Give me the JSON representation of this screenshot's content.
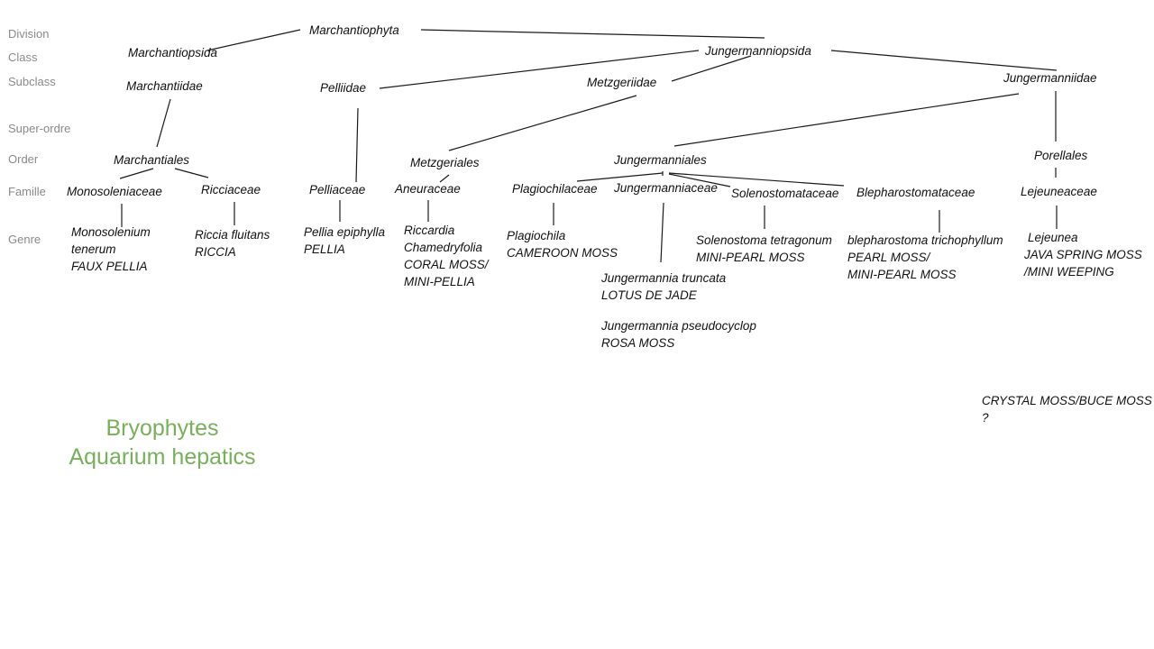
{
  "ranks": {
    "division": "Division",
    "class": "Class",
    "subclass": "Subclass",
    "superorder": "Super-ordre",
    "order": "Order",
    "family": "Famille",
    "genus": "Genre"
  },
  "taxa": {
    "marchantiophyta": "Marchantiophyta",
    "marchantiopsida": "Marchantiopsida",
    "jungermanniopsida": "Jungermanniopsida",
    "marchantiidae": "Marchantiidae",
    "pelliidae": "Pelliidae",
    "metzgeriidae": "Metzgeriidae",
    "jungermanniidae": "Jungermanniidae",
    "marchantiales": "Marchantiales",
    "metzgeriales": "Metzgeriales",
    "jungermanniales": "Jungermanniales",
    "porellales": "Porellales",
    "monosoleniaceae": "Monosoleniaceae",
    "ricciaceae": "Ricciaceae",
    "pelliaceae": "Pelliaceae",
    "aneuraceae": "Aneuraceae",
    "plagiochilaceae": "Plagiochilaceae",
    "jungermanniaceae": "Jungermanniaceae",
    "solenostomataceae": "Solenostomataceae",
    "blepharostomataceae": "Blepharostomataceae",
    "lejeuneaceae": "Lejeuneaceae"
  },
  "genera": {
    "monosolenium": [
      "Monosolenium",
      "tenerum",
      "FAUX PELLIA"
    ],
    "riccia": [
      "Riccia fluitans",
      "RICCIA"
    ],
    "pellia": [
      "Pellia epiphylla",
      "PELLIA"
    ],
    "riccardia": [
      "Riccardia",
      "Chamedryfolia",
      "CORAL MOSS/",
      "MINI-PELLIA"
    ],
    "plagiochila": [
      "Plagiochila",
      "CAMEROON MOSS"
    ],
    "jungermannia_truncata": [
      "Jungermannia truncata",
      "LOTUS DE JADE"
    ],
    "jungermannia_pseudocyclop": [
      "Jungermannia pseudocyclop",
      "ROSA MOSS"
    ],
    "solenostoma": [
      "Solenostoma tetragonum",
      "MINI-PEARL MOSS"
    ],
    "blepharostoma": [
      "blepharostoma trichophyllum",
      "PEARL MOSS/",
      "MINI-PEARL MOSS"
    ],
    "lejeunea": [
      "Lejeunea",
      "JAVA SPRING MOSS",
      "/MINI WEEPING"
    ],
    "crystal": [
      "CRYSTAL MOSS/BUCE MOSS",
      "?"
    ]
  },
  "caption": {
    "line1": "Bryophytes",
    "line2": "Aquarium hepatics"
  }
}
